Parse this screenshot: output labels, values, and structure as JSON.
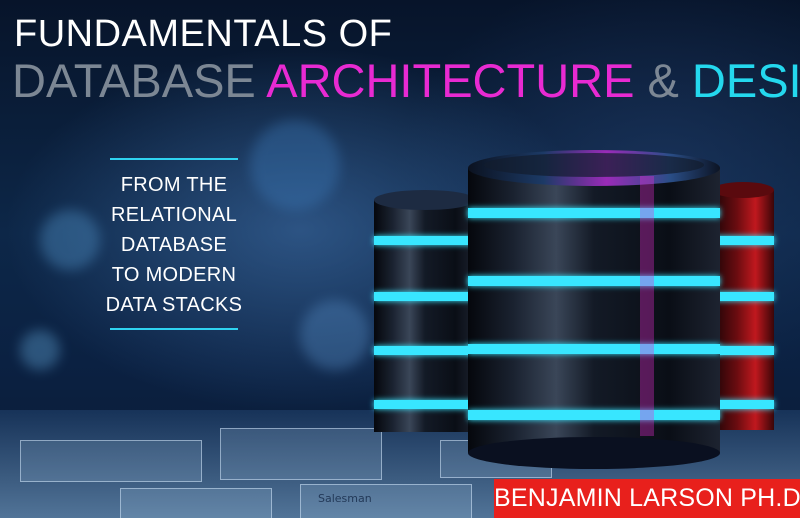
{
  "cover": {
    "title_line1": "FUNDAMENTALS OF",
    "title_database": "DATABASE",
    "title_architecture": "ARCHITECTURE",
    "title_amp": "&",
    "title_design": "DESIGN",
    "subtitle_lines": [
      "FROM THE",
      "RELATIONAL",
      "DATABASE",
      "TO MODERN",
      "DATA STACKS"
    ],
    "author": "BENJAMIN LARSON PH.D.",
    "floor_label": "Salesman"
  },
  "colors": {
    "title_white": "#ffffff",
    "title_gray": "#7c8794",
    "magenta": "#e82ad2",
    "cyan": "#24d8ee",
    "author_red": "#e8201c",
    "glow_cyan": "#37e6ff",
    "glow_red": "#ff2a2a"
  },
  "illustration": {
    "subject": "database-cylinder-stacks",
    "count": 3
  }
}
